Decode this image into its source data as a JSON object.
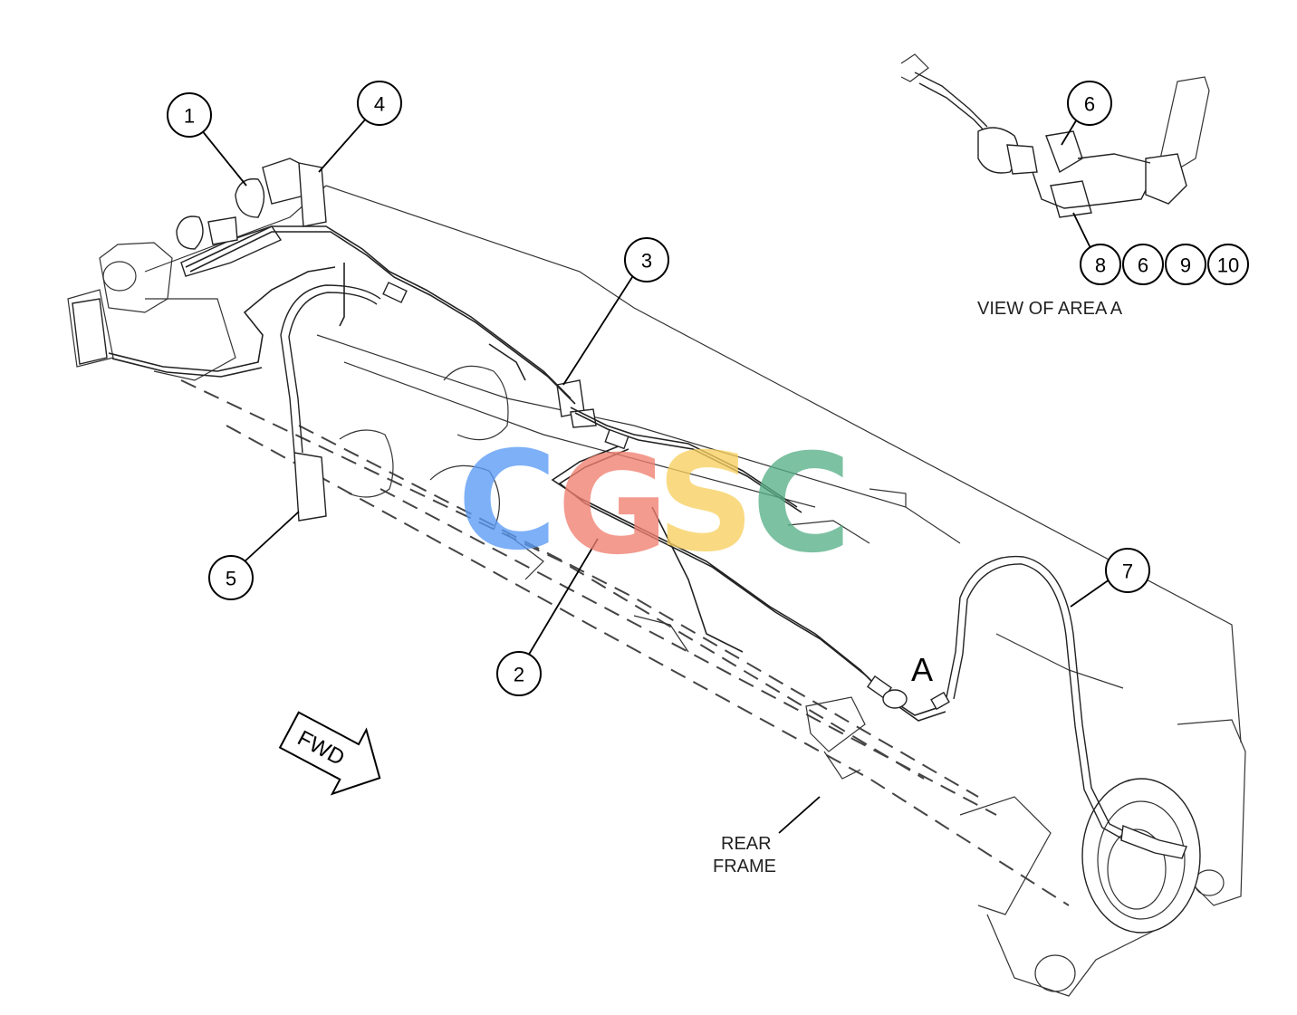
{
  "callouts": [
    "1",
    "2",
    "3",
    "4",
    "5",
    "6",
    "7",
    "8",
    "6",
    "9",
    "10"
  ],
  "view_label": "VIEW OF AREA A",
  "area_marker": "A",
  "frame_label": {
    "line1": "REAR",
    "line2": "FRAME"
  },
  "direction_arrow": "FWD",
  "watermark": {
    "letters": [
      "C",
      "G",
      "S",
      "C"
    ],
    "colors": [
      "#5b9bf5",
      "#f08070",
      "#f8d060",
      "#58b088"
    ]
  },
  "colors": {
    "line": "#222222",
    "background": "#ffffff"
  }
}
